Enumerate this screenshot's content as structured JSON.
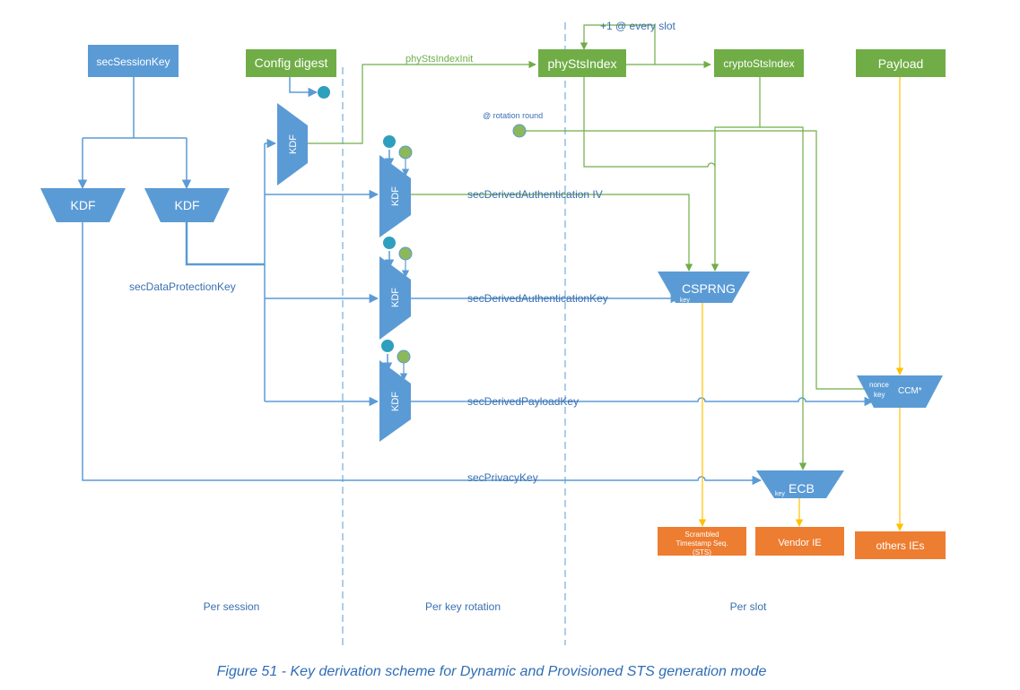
{
  "boxes": {
    "sec_session_key": "secSessionKey",
    "config_digest": "Config digest",
    "phy_sts_index": "phyStsIndex",
    "crypto_sts_index": "cryptoStsIndex",
    "payload": "Payload",
    "scrambled_sts": [
      "Scrambled",
      "Timestamp Seq.",
      "(STS)"
    ],
    "vendor_ie": "Vendor IE",
    "others_ies": "others IEs"
  },
  "blocks": {
    "kdf": "KDF",
    "csprng": "CSPRNG",
    "csprng_key": "key",
    "ecb": "ECB",
    "ecb_key": "key",
    "ccm": "CCM*",
    "ccm_nonce": "nonce",
    "ccm_key": "key"
  },
  "signals": {
    "every_slot": "+1 @ every slot",
    "phy_sts_index_init": "phyStsIndexInit",
    "rotation_round": "@ rotation round",
    "auth_iv": "secDerivedAuthentication IV",
    "data_protection_key": "secDataProtectionKey",
    "auth_key": "secDerivedAuthenticationKey",
    "payload_key": "secDerivedPayloadKey",
    "privacy_key": "secPrivacyKey"
  },
  "regions": {
    "per_session": "Per session",
    "per_key_rotation": "Per key rotation",
    "per_slot": "Per slot"
  },
  "caption": "Figure 51 - Key derivation scheme for Dynamic and Provisioned STS generation mode",
  "colors": {
    "blue": "#5b9bd5",
    "green": "#70ad47",
    "orange": "#ed7d31",
    "yellow": "#ffc000",
    "teal": "#2e9fbf",
    "text_blue": "#3a6fb0"
  }
}
